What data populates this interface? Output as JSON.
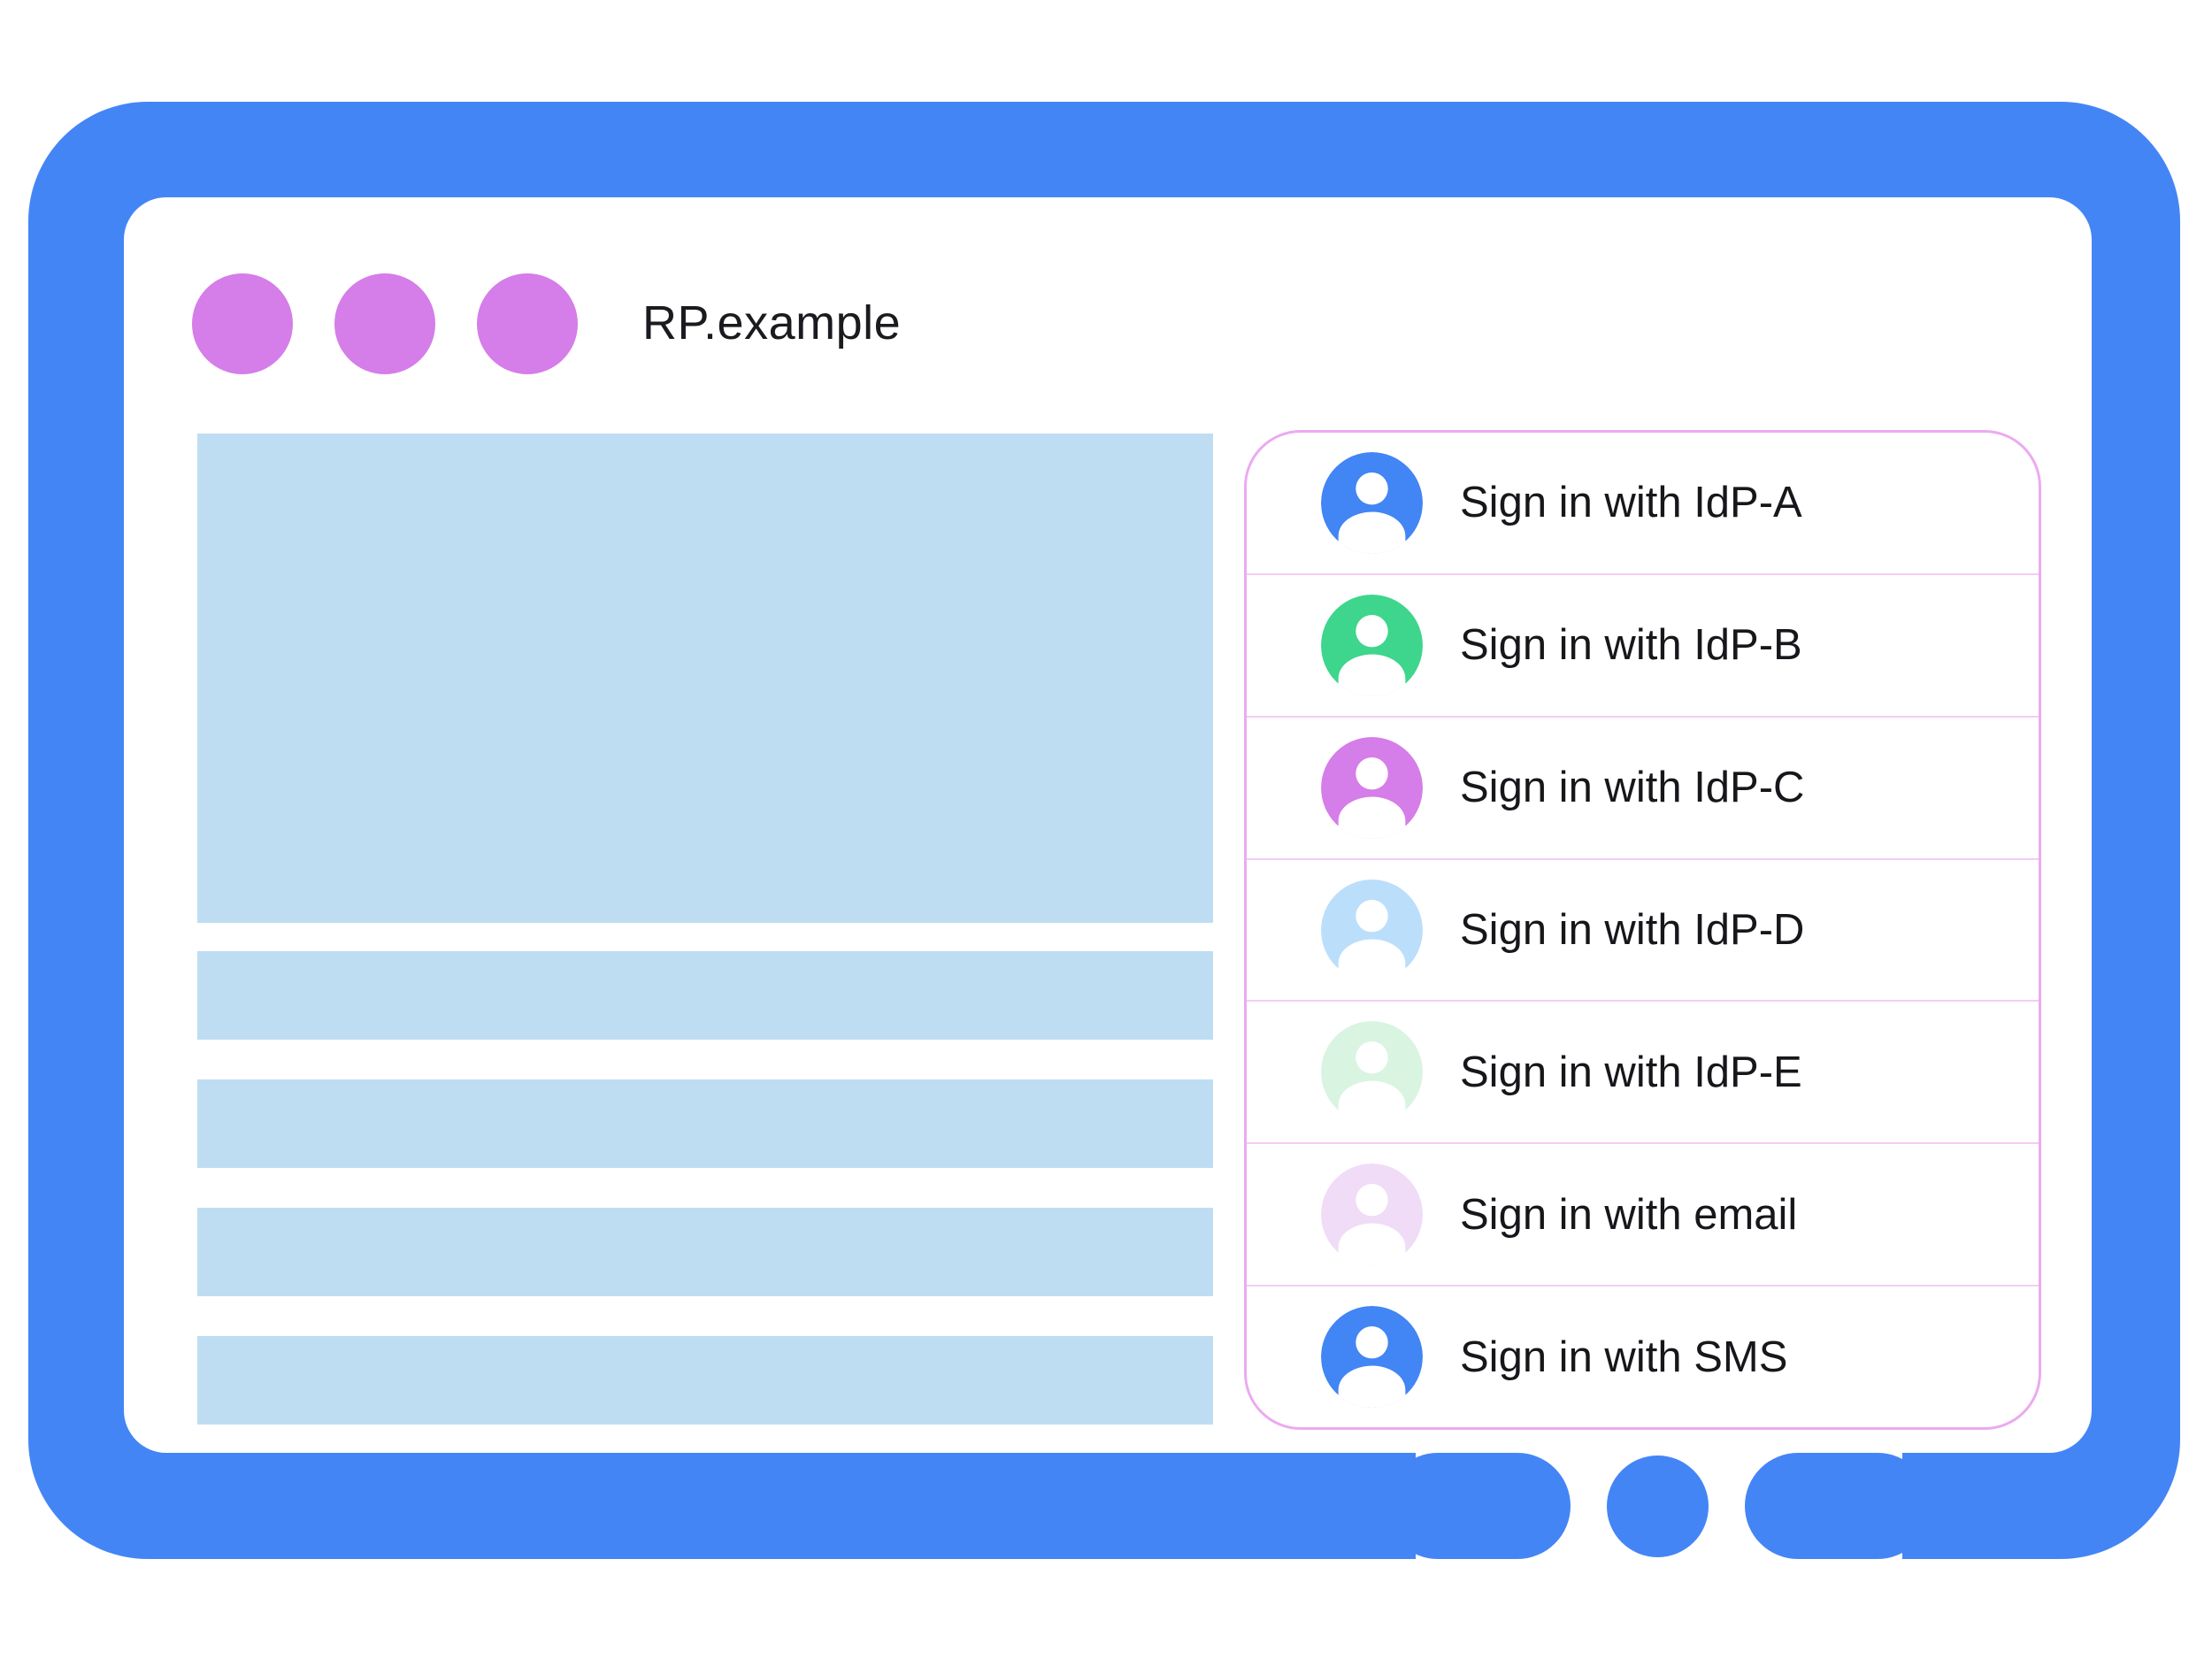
{
  "browser": {
    "title": "RP.example",
    "frame_color": "#4485F6",
    "window_dot_color": "#D57DE8",
    "placeholder_color": "#BEDDF2"
  },
  "dialog": {
    "border_color": "#ECAAF1",
    "divider_color": "#F4CCF6",
    "rows": [
      {
        "label": "Sign in with IdP-A",
        "avatar_color": "#4285F4"
      },
      {
        "label": "Sign in with IdP-B",
        "avatar_color": "#3DD68C"
      },
      {
        "label": "Sign in with IdP-C",
        "avatar_color": "#D57DE8"
      },
      {
        "label": "Sign in with IdP-D",
        "avatar_color": "#BBDEFB"
      },
      {
        "label": "Sign in with IdP-E",
        "avatar_color": "#D9F4E1"
      },
      {
        "label": "Sign in with email",
        "avatar_color": "#F0DCF6"
      },
      {
        "label": "Sign in with SMS",
        "avatar_color": "#4285F4"
      }
    ]
  }
}
